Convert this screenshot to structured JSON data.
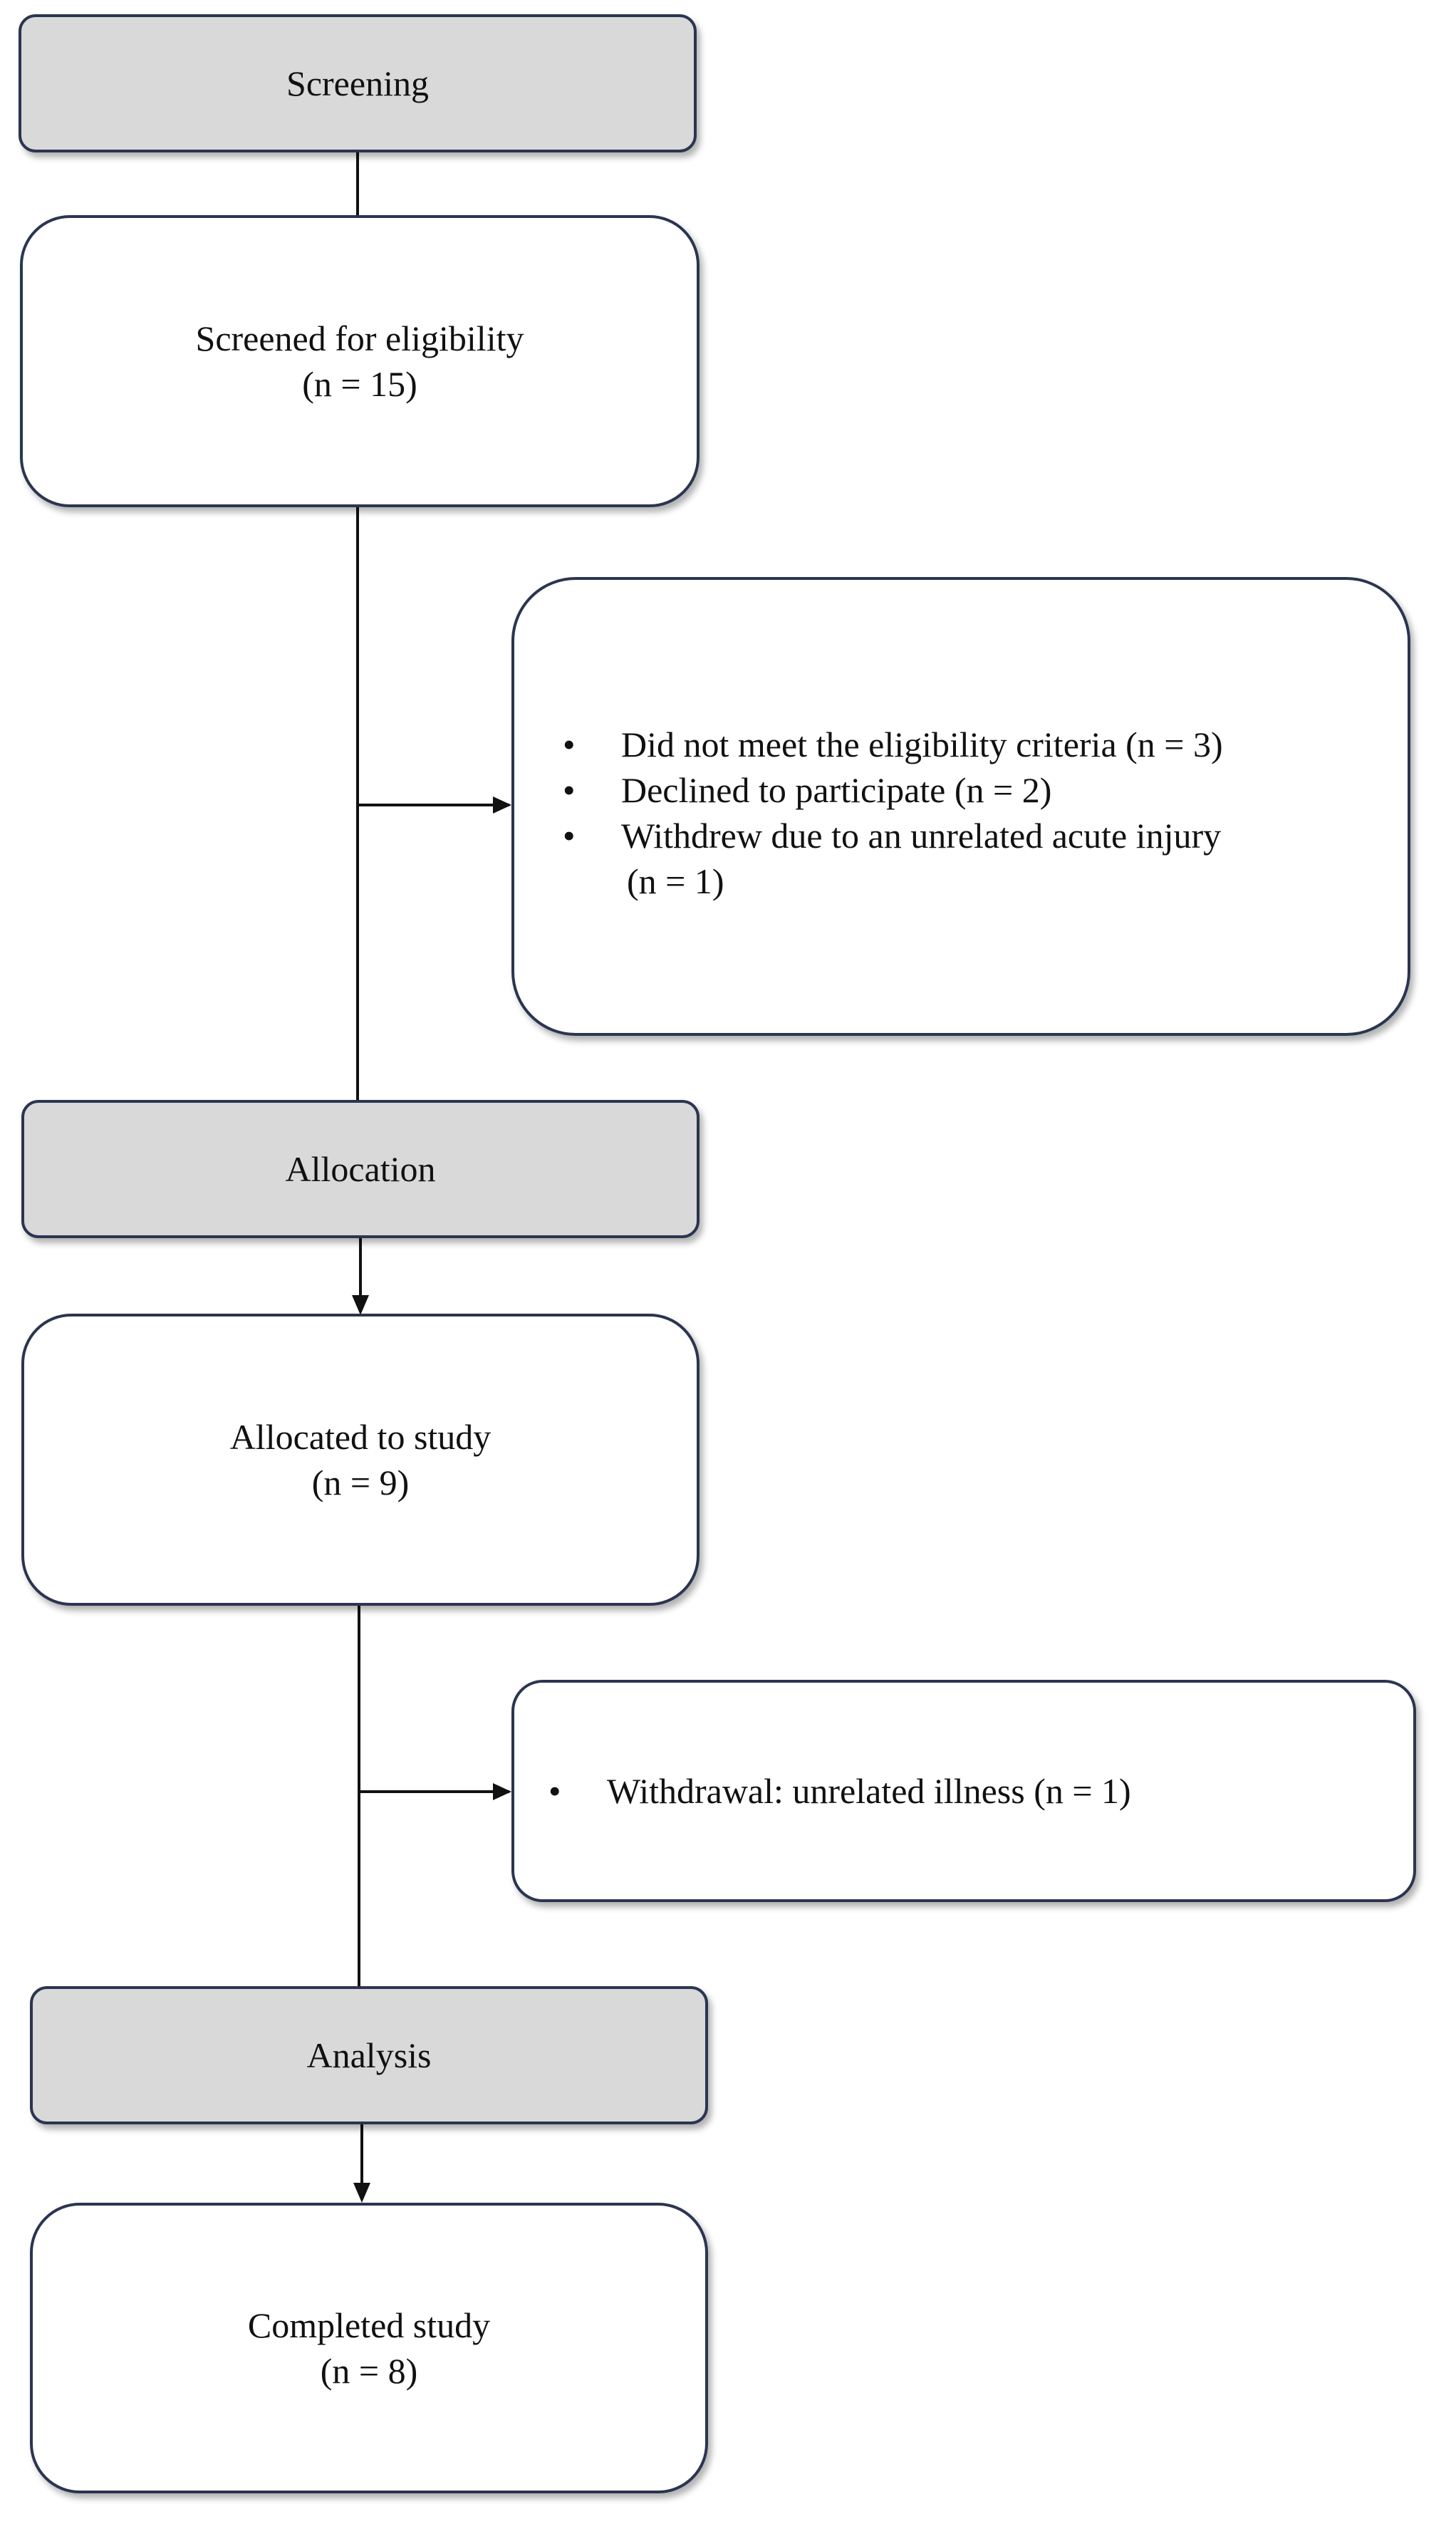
{
  "stages": {
    "screening": "Screening",
    "allocation": "Allocation",
    "analysis": "Analysis"
  },
  "screened": {
    "line1": "Screened for eligibility",
    "line2": "(n = 15)"
  },
  "exclusions_1": [
    {
      "text": "Did not meet the eligibility criteria (n = 3)"
    },
    {
      "text": "Declined to participate (n = 2)"
    },
    {
      "text": "Withdrew due to an unrelated acute injury",
      "continuation": "(n = 1)"
    }
  ],
  "allocated": {
    "line1": "Allocated to study",
    "line2": "(n = 9)"
  },
  "exclusions_2": [
    {
      "text": "Withdrawal: unrelated illness (n = 1)"
    }
  ],
  "completed": {
    "line1": "Completed study",
    "line2": "(n = 8)"
  },
  "bullet_glyph": "•",
  "colors": {
    "stage_fill": "#d9d9d9",
    "box_border": "#2b3551",
    "line": "#111111"
  }
}
